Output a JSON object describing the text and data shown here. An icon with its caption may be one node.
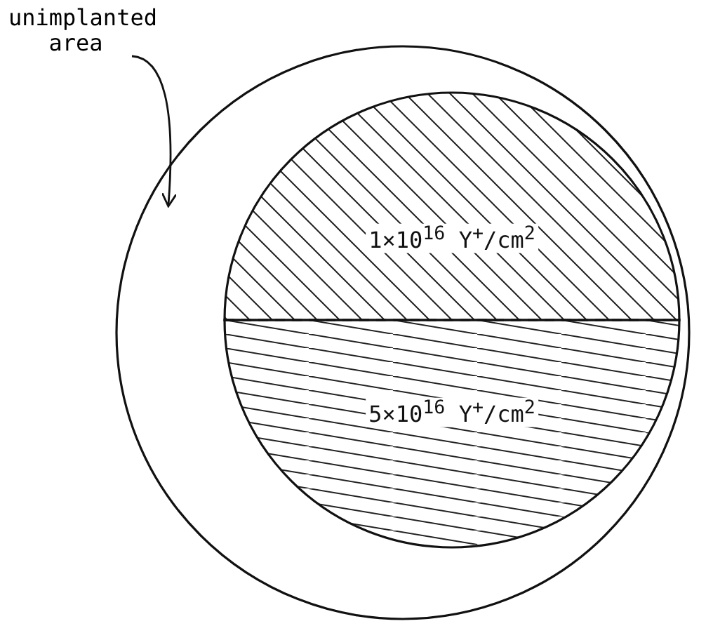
{
  "diagram": {
    "nodes": [
      {
        "text": [
          "unimplanted area"
        ]
      },
      {
        "text": [],
        "shape": "circle"
      },
      {
        "text": [
          "1×10$^{16}$ Y$^{+}$/cm$^{2}$"
        ],
        "in": 1
      },
      {
        "text": [
          "5×10$^{16}$ Y$^{+}$/cm$^{2}$"
        ],
        "in": 1
      }
    ],
    "edges": [
      {
        "from": 0,
        "to": 1,
        "arrow": "to"
      }
    ]
  }
}
